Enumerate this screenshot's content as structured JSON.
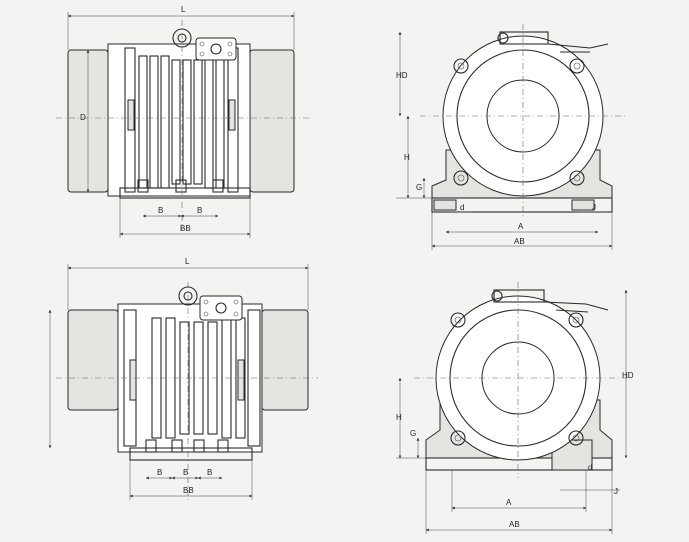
{
  "labels": {
    "L": "L",
    "D": "D",
    "B": "B",
    "BB": "BB",
    "A": "A",
    "AB": "AB",
    "H": "H",
    "HD": "HD",
    "G": "G",
    "d": "d",
    "J": "J"
  }
}
